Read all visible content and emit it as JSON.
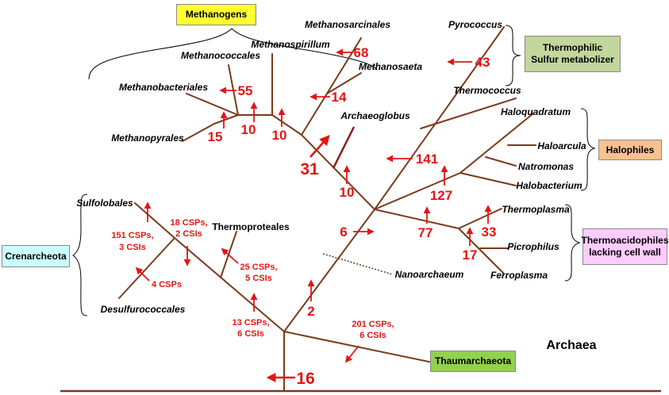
{
  "groups": {
    "methanogens": "Methanogens",
    "thermophilic_line1": "Thermophilic",
    "thermophilic_line2": "Sulfur metabolizer",
    "halophiles": "Halophiles",
    "thermoacidophiles_line1": "Thermoacidophiles",
    "thermoacidophiles_line2": "lacking cell wall",
    "crenarcheota": "Crenarcheota",
    "thaumarchaeota": "Thaumarchaeota"
  },
  "taxa": {
    "methanosarcinales": "Methanosarcinales",
    "methanospirillum": "Methanospirillum",
    "methanococcales": "Methanococcales",
    "methanosaeta": "Methanosaeta",
    "methanobacteriales": "Methanobacteriales",
    "methanopyrales": "Methanopyrales",
    "archaeoglobus": "Archaeoglobus",
    "pyrococcus": "Pyrococcus",
    "thermococcus": "Thermococcus",
    "haloquadratum": "Haloquadratum",
    "haloarcula": "Haloarcula",
    "natromonas": "Natromonas",
    "halobacterium": "Halobacterium",
    "thermoplasma": "Thermoplasma",
    "picrophilus": "Picrophilus",
    "ferroplasma": "Ferroplasma",
    "nanoarchaeum": "Nanoarchaeum",
    "sulfolobales": "Sulfolobales",
    "thermoproteales": "Thermoproteales",
    "desulfurococcales": "Desulfurococcales"
  },
  "counts": {
    "c68": "68",
    "c55": "55",
    "c14": "14",
    "c15": "15",
    "c10a": "10",
    "c10b": "10",
    "c31": "31",
    "c10c": "10",
    "c43": "43",
    "c141": "141",
    "c127": "127",
    "c6": "6",
    "c77": "77",
    "c33": "33",
    "c17": "17",
    "c2": "2",
    "c16": "16",
    "sulfo_a": "151 CSPs,",
    "sulfo_b": "3 CSIs",
    "mid_a": "18 CSPs,",
    "mid_b": "2 CSIs",
    "thermoprot_a": "25 CSPs,",
    "thermoprot_b": "5 CSIs",
    "desulfo": "4 CSPs",
    "cren_a": "13 CSPs,",
    "cren_b": "6 CSIs",
    "thaum_a": "201 CSPs,",
    "thaum_b": "6 CSIs"
  },
  "title": "Archaea",
  "colors": {
    "branch": "#7a3b1c",
    "arrow": "#e41414",
    "archaeoglobus_branch": "#8b1a1a",
    "methanogens_box": "#ffff33",
    "thermophilic_box": "#c3d69b",
    "halophiles_box": "#fac090",
    "thermoacidophiles_box": "#ffccff",
    "crenarcheota_box": "#ccffff",
    "thaumarchaeota_box": "#92d050"
  }
}
